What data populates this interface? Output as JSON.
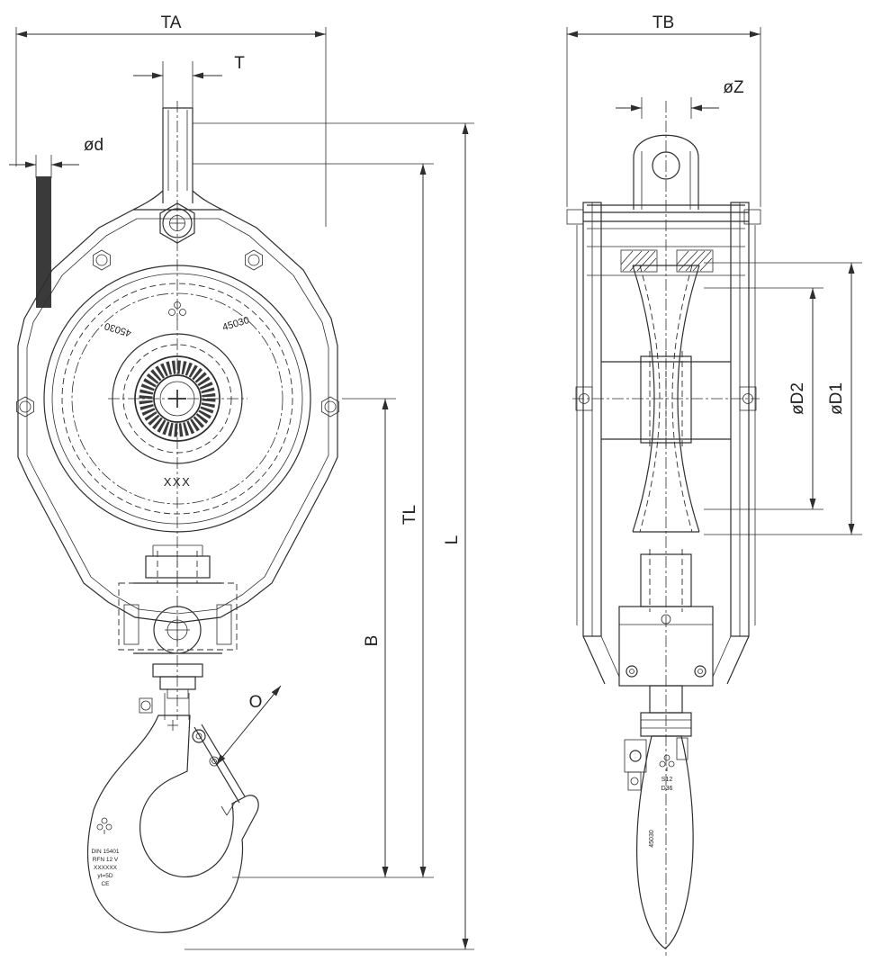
{
  "colors": {
    "line-color": "#2e2e2e",
    "bg-color": "#ffffff",
    "rope-fill": "#3a3a3a",
    "text-color": "#222222"
  },
  "front": {
    "dims": {
      "ta": "TA",
      "t": "T",
      "d": "ød",
      "tl": "TL",
      "l": "L",
      "b": "B",
      "o": "O"
    },
    "marks": {
      "model_left": "45030",
      "model_right": "45030",
      "center": "XXX"
    },
    "stamp": {
      "l1": "DIN 15401",
      "l2": "RFN 12 V",
      "l3": "XXXXXX",
      "l4": "yt=5D",
      "l5": "CE"
    }
  },
  "side": {
    "dims": {
      "tb": "TB",
      "z": "øZ",
      "d2": "øD2",
      "d1": "øD1"
    },
    "stamp": {
      "l1": "S12",
      "l2": "D36",
      "serial": "45030"
    }
  }
}
